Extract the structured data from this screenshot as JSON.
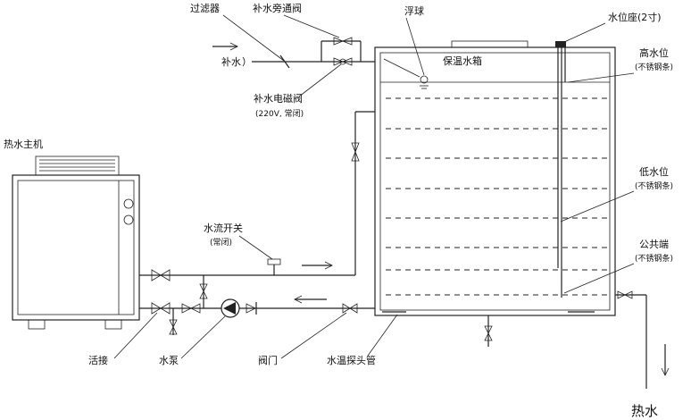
{
  "labels": {
    "filter": "过滤器",
    "bypass_valve": "补水旁通阀",
    "makeup_water": "补水",
    "solenoid_valve": "补水电磁阀",
    "solenoid_note": "(220V, 常闭)",
    "float_ball": "浮球",
    "insulated_tank": "保温水箱",
    "level_base": "水位座(2寸)",
    "high_level": "高水位",
    "high_level_note": "(不锈钢条)",
    "low_level": "低水位",
    "low_level_note": "(不锈钢条)",
    "common_end": "公共端",
    "common_end_note": "(不锈钢条)",
    "heat_pump": "热水主机",
    "flow_switch": "水流开关",
    "flow_switch_note": "(常闭)",
    "union": "活接",
    "pump": "水泵",
    "valve": "阀门",
    "temp_probe_pipe": "水温探头管",
    "hot_water": "热水"
  }
}
